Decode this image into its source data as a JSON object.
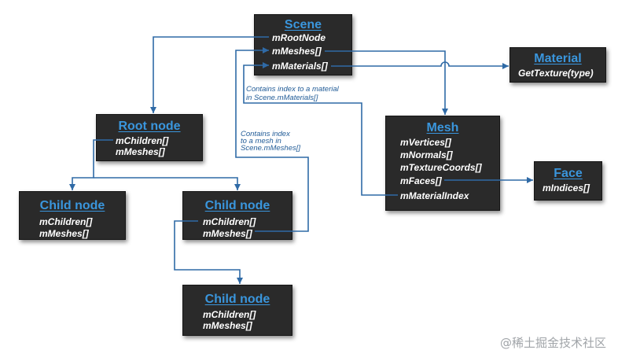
{
  "scene": {
    "title": "Scene",
    "fields": [
      "mRootNode",
      "mMeshes[]",
      "mMaterials[]"
    ]
  },
  "material": {
    "title": "Material",
    "fields": [
      "GetTexture(type)"
    ]
  },
  "root_node": {
    "title": "Root node",
    "fields": [
      "mChildren[]",
      "mMeshes[]"
    ]
  },
  "mesh": {
    "title": "Mesh",
    "fields": [
      "mVertices[]",
      "mNormals[]",
      "mTextureCoords[]",
      "mFaces[]",
      "mMaterialIndex"
    ]
  },
  "face": {
    "title": "Face",
    "fields": [
      "mIndices[]"
    ]
  },
  "child_nodes": [
    {
      "title": "Child node",
      "fields": [
        "mChildren[]",
        "mMeshes[]"
      ]
    },
    {
      "title": "Child node",
      "fields": [
        "mChildren[]",
        "mMeshes[]"
      ]
    },
    {
      "title": "Child node",
      "fields": [
        "mChildren[]",
        "mMeshes[]"
      ]
    }
  ],
  "annotations": {
    "material_index_note": [
      "Contains index to a material",
      "in Scene.mMaterials[]"
    ],
    "mesh_index_note": [
      "Contains index",
      "to a mesh in",
      "Scene.mMeshes[]"
    ]
  },
  "watermark": "@稀土掘金技术社区",
  "colors": {
    "background": "#ffffff",
    "box_fill": "#2a2a2a",
    "title_text": "#3a96dd",
    "field_text": "#ffffff",
    "connector": "#2f6aa6",
    "annotation_text": "#1f5a96",
    "watermark_text": "#a0a4a8"
  }
}
